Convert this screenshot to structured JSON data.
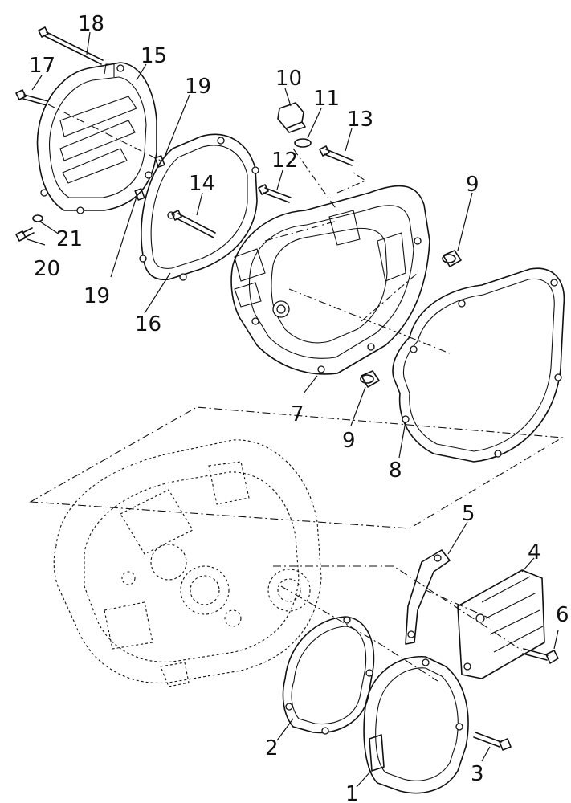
{
  "diagram": {
    "kind": "exploded parts view",
    "line_color": "#111111",
    "background": "#ffffff",
    "callouts": [
      {
        "id": "c1",
        "label": "1"
      },
      {
        "id": "c2",
        "label": "2"
      },
      {
        "id": "c3",
        "label": "3"
      },
      {
        "id": "c4",
        "label": "4"
      },
      {
        "id": "c5",
        "label": "5"
      },
      {
        "id": "c6",
        "label": "6"
      },
      {
        "id": "c7",
        "label": "7"
      },
      {
        "id": "c8",
        "label": "8"
      },
      {
        "id": "c9a",
        "label": "9"
      },
      {
        "id": "c9b",
        "label": "9"
      },
      {
        "id": "c10",
        "label": "10"
      },
      {
        "id": "c11",
        "label": "11"
      },
      {
        "id": "c12",
        "label": "12"
      },
      {
        "id": "c13",
        "label": "13"
      },
      {
        "id": "c14",
        "label": "14"
      },
      {
        "id": "c15",
        "label": "15"
      },
      {
        "id": "c16",
        "label": "16"
      },
      {
        "id": "c17",
        "label": "17"
      },
      {
        "id": "c18",
        "label": "18"
      },
      {
        "id": "c19a",
        "label": "19"
      },
      {
        "id": "c19b",
        "label": "19"
      },
      {
        "id": "c20",
        "label": "20"
      },
      {
        "id": "c21",
        "label": "21"
      }
    ]
  }
}
